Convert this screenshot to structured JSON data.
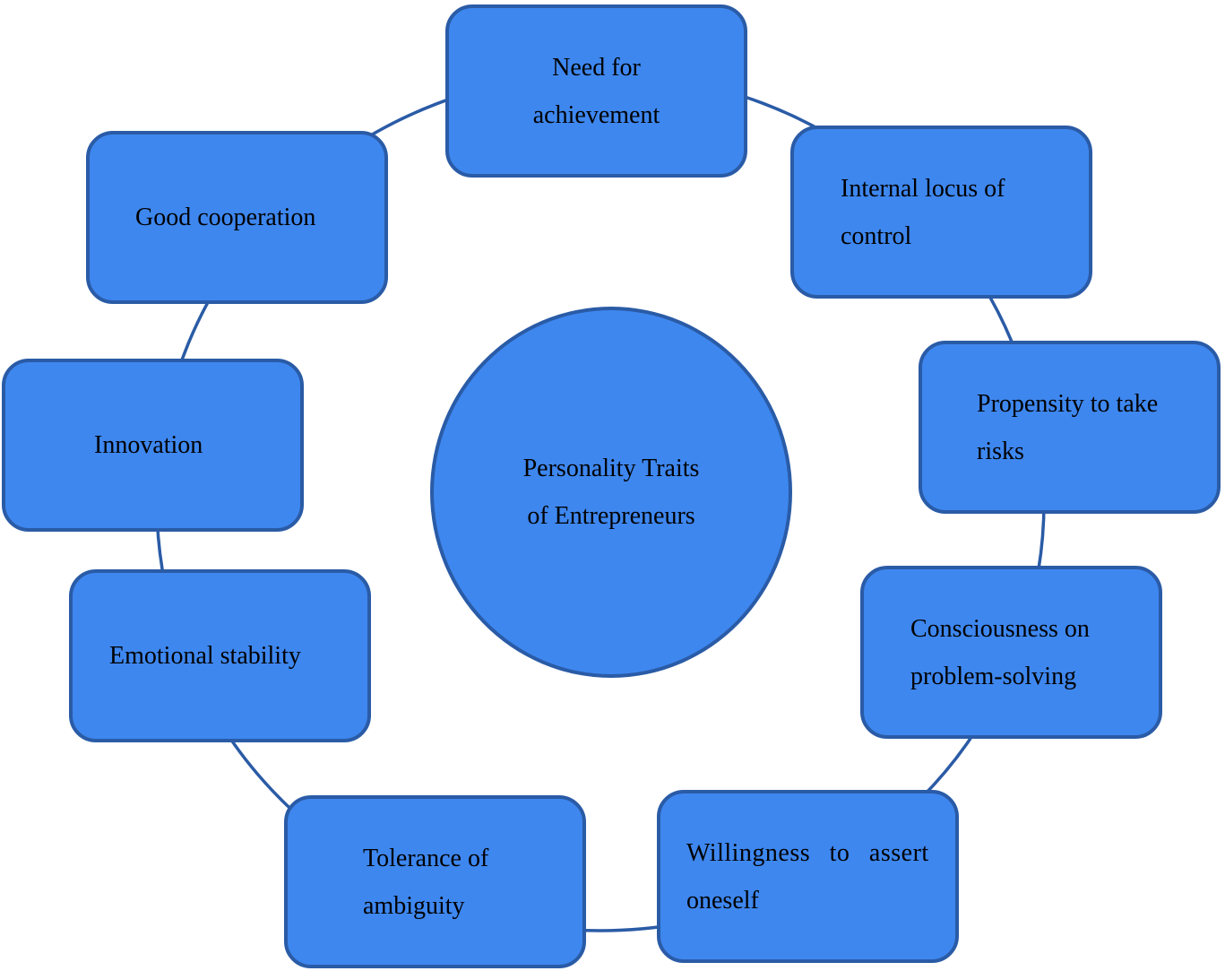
{
  "diagram": {
    "center": {
      "lines": [
        "Personality Traits",
        "of Entrepreneurs"
      ]
    },
    "traits": [
      {
        "id": "achievement",
        "lines": [
          "Need for",
          "achievement"
        ]
      },
      {
        "id": "locus",
        "lines": [
          "Internal locus of",
          "control"
        ]
      },
      {
        "id": "risk",
        "lines": [
          "Propensity to take",
          "risks"
        ]
      },
      {
        "id": "problem",
        "lines": [
          "Consciousness on",
          "problem-solving"
        ]
      },
      {
        "id": "assert",
        "lines": [
          "Willingness to assert",
          "oneself"
        ]
      },
      {
        "id": "ambiguity",
        "lines": [
          "Tolerance of",
          "ambiguity"
        ]
      },
      {
        "id": "emotional",
        "lines": [
          "Emotional stability"
        ]
      },
      {
        "id": "innovation",
        "lines": [
          "Innovation"
        ]
      },
      {
        "id": "cooperation",
        "lines": [
          "Good cooperation"
        ]
      }
    ],
    "colors": {
      "fill": "#3e87ef",
      "border": "#2a5ba6",
      "ring": "#2a5ba6",
      "text": "#000000"
    }
  }
}
